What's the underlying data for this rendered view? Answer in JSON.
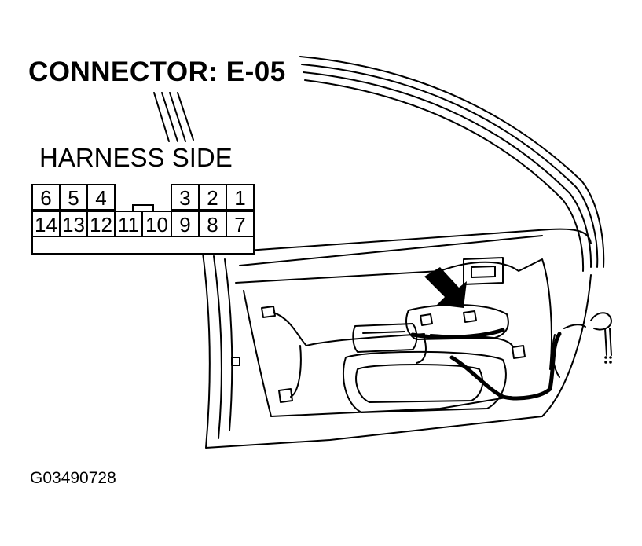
{
  "diagram": {
    "title": "CONNECTOR: E-05",
    "subtitle": "HARNESS SIDE",
    "figure_id": "G03490728"
  },
  "connector": {
    "top_row": [
      "6",
      "5",
      "4",
      "",
      "3",
      "2",
      "1"
    ],
    "bottom_row": [
      "14",
      "13",
      "12",
      "11",
      "10",
      "9",
      "8",
      "7"
    ]
  },
  "icons": {
    "location_pointer": "arrow-icon",
    "door_illustration": "car-door-panel-icon"
  }
}
